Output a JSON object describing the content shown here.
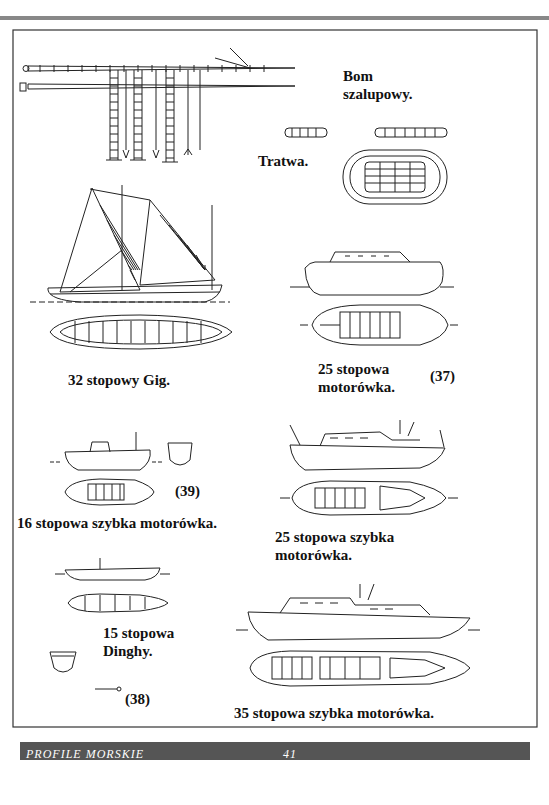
{
  "diagram": {
    "labels": [
      "Bom szalupowy.",
      "Tratwa.",
      "32 stopowy Gig.",
      "25 stopowa motorówka.",
      "(37)",
      "(39)",
      "16 stopowa szybka motorówka.",
      "25 stopowa szybka motorówka.",
      "15 stopowa Dinghy.",
      "(38)",
      "35 stopowa szybka motorówka.",
      "PROFILE MORSKIE",
      "41"
    ]
  }
}
